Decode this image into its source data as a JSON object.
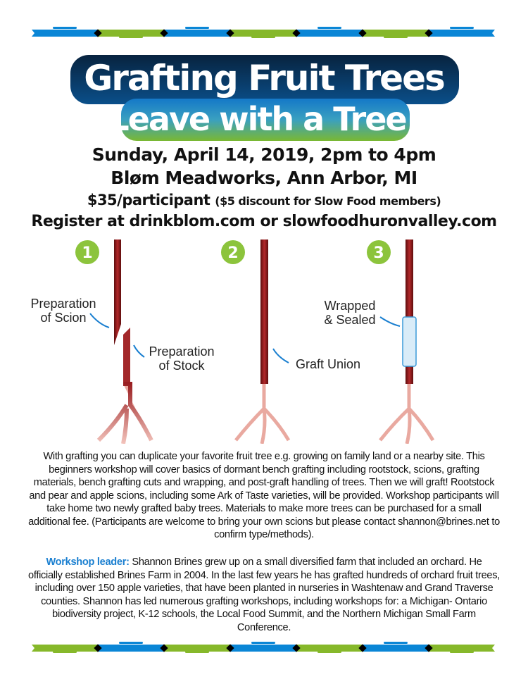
{
  "title": {
    "line1": "Grafting Fruit Trees",
    "line2": "Leave with a Tree!"
  },
  "event": {
    "date": "Sunday, April 14, 2019, 2pm to 4pm",
    "venue": "Bløm Meadworks, Ann Arbor, MI",
    "price": "$35/participant",
    "discount": "($5 discount for Slow Food members)",
    "register": "Register at drinkblom.com or slowfoodhuronvalley.com"
  },
  "steps": [
    {
      "number": "1",
      "labels": [
        "Preparation of Scion",
        "Preparation of Stock"
      ]
    },
    {
      "number": "2",
      "labels": [
        "Graft Union"
      ]
    },
    {
      "number": "3",
      "labels": [
        "Wrapped & Sealed"
      ]
    }
  ],
  "description": "With grafting you can duplicate your favorite fruit tree e.g. growing on family land or a nearby site. This beginners workshop will cover basics of dormant bench grafting including rootstock, scions, grafting materials, bench grafting cuts and wrapping, and post-graft handling of trees. Then we will graft! Rootstock and pear and apple scions, including some Ark of Taste varieties, will be provided. Workshop participants will take home two newly grafted baby trees. Materials to make more trees can be purchased for a small additional fee. (Participants are welcome to bring your own scions but please contact shannon@brines.net to confirm type/methods).",
  "leader": {
    "label": "Workshop leader:",
    "text": " Shannon Brines grew up on a small diversified farm that included an orchard. He officially established Brines Farm in 2004. In the last few years he has grafted hundreds of orchard fruit trees, including over 150 apple varieties, that have been planted in nurseries in Washtenaw and Grand Traverse counties. Shannon has led numerous grafting workshops, including workshops for: a Michigan- Ontario biodiversity project, K-12 schools, the Local Food Summit, and the Northern Michigan Small Farm Conference."
  },
  "colors": {
    "blue": "#0a86d6",
    "green": "#86b82a",
    "leader": "#1a7fd0",
    "stem": "#8a1a1a",
    "root": "#f0b8b0",
    "step_circle": "#8cc43c"
  }
}
